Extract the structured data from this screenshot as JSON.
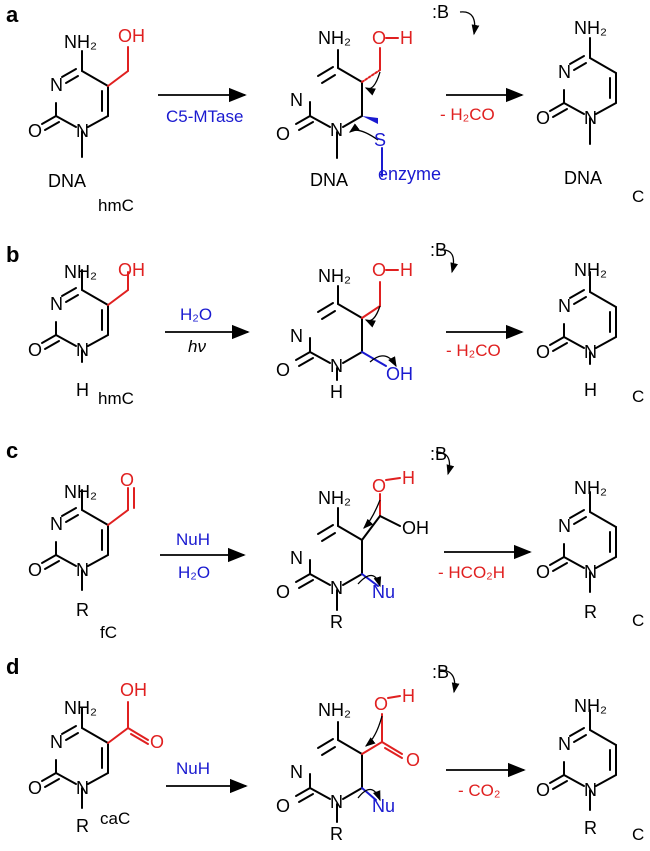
{
  "panels": [
    {
      "label": "a",
      "start_name": "hmC",
      "reagent1": "C5-MTase",
      "byproduct": "- H₂CO",
      "end_name": "C",
      "substituent_left": "DNA",
      "substituent_mid": "DNA",
      "substituent_right": "DNA",
      "mid_group": "S",
      "mid_group2": "enzyme"
    },
    {
      "label": "b",
      "start_name": "hmC",
      "reagent1": "H₂O",
      "reagent2": "hν",
      "byproduct": "- H₂CO",
      "end_name": "C",
      "mid_group": "OH"
    },
    {
      "label": "c",
      "start_name": "fC",
      "reagent1": "NuH",
      "reagent2": "H₂O",
      "byproduct": "- HCO₂H",
      "end_name": "C",
      "substituent_left": "R",
      "substituent_mid": "R",
      "substituent_right": "R",
      "mid_group": "Nu"
    },
    {
      "label": "d",
      "start_name": "caC",
      "reagent1": "NuH",
      "byproduct": "- CO₂",
      "end_name": "C",
      "substituent_left": "R",
      "substituent_mid": "R",
      "substituent_right": "R",
      "mid_group": "Nu"
    }
  ],
  "common": {
    "amine": "NH₂",
    "n": "N",
    "o": "O",
    "oh": "OH",
    "h": "H",
    "base": ":B",
    "nh": "H"
  }
}
